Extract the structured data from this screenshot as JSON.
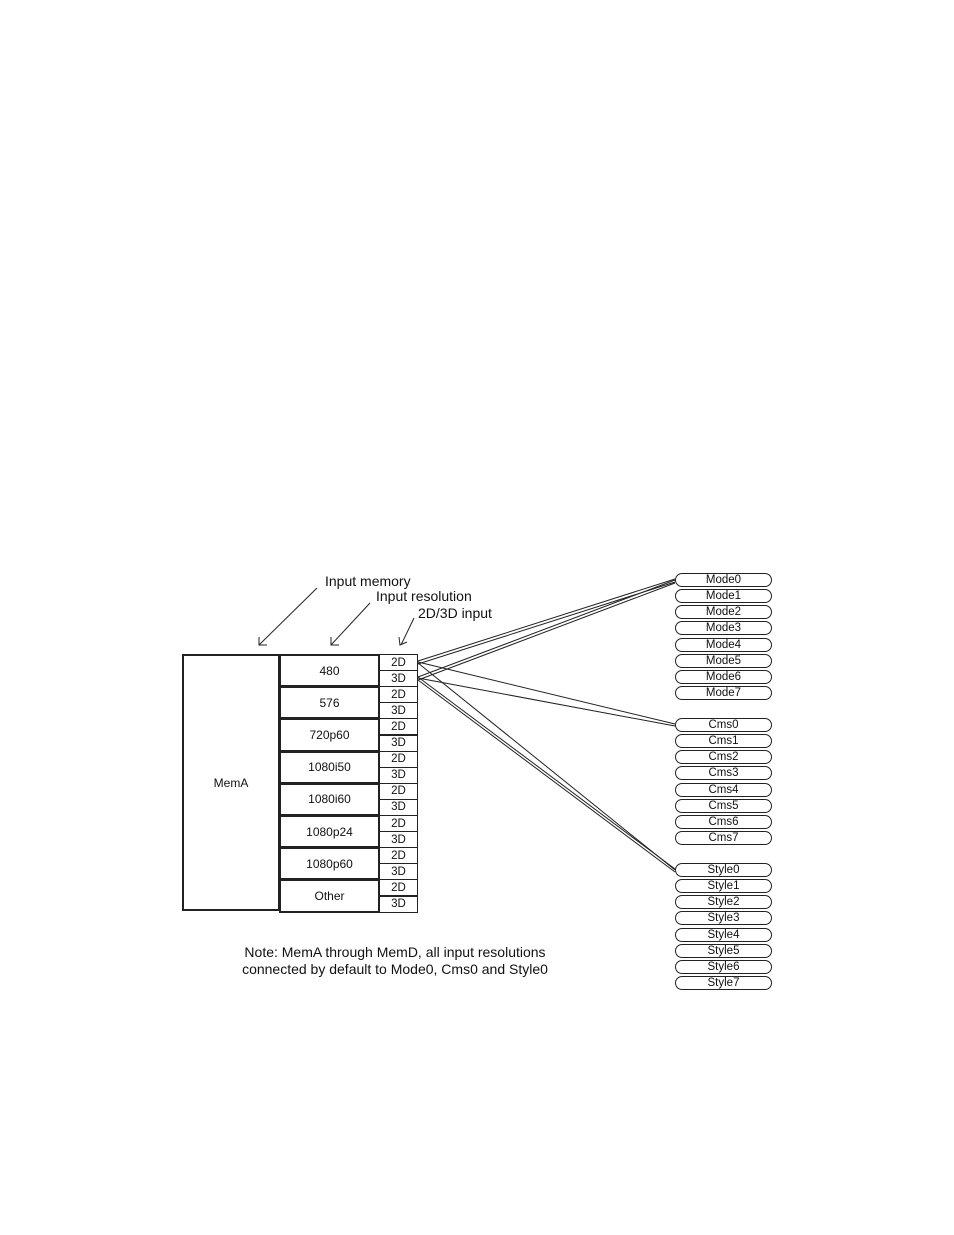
{
  "labels": {
    "input_memory": "Input memory",
    "input_resolution": "Input resolution",
    "input_2d3d": "2D/3D input"
  },
  "memory": "MemA",
  "resolutions": [
    "480",
    "576",
    "720p60",
    "1080i50",
    "1080i60",
    "1080p24",
    "1080p60",
    "Other"
  ],
  "dims": [
    "2D",
    "3D"
  ],
  "modes": [
    "Mode0",
    "Mode1",
    "Mode2",
    "Mode3",
    "Mode4",
    "Mode5",
    "Mode6",
    "Mode7"
  ],
  "cms": [
    "Cms0",
    "Cms1",
    "Cms2",
    "Cms3",
    "Cms4",
    "Cms5",
    "Cms6",
    "Cms7"
  ],
  "styles": [
    "Style0",
    "Style1",
    "Style2",
    "Style3",
    "Style4",
    "Style5",
    "Style6",
    "Style7"
  ],
  "note": {
    "line1": "Note: MemA through MemD, all input resolutions",
    "line2": "connected by default to Mode0, Cms0 and Style0"
  }
}
